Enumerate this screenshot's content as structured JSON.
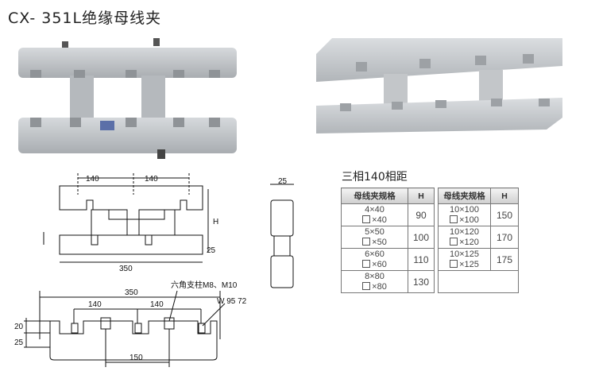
{
  "title": "CX- 351L绝缘母线夹",
  "table_title": "三相140相距",
  "table_headers": {
    "spec": "母线夹规格",
    "h": "H"
  },
  "left_rows": [
    {
      "spec1": "4×40",
      "spec2": "×40",
      "h": "90"
    },
    {
      "spec1": "5×50",
      "spec2": "×50",
      "h": "100"
    },
    {
      "spec1": "6×60",
      "spec2": "×60",
      "h": "110"
    },
    {
      "spec1": "8×80",
      "spec2": "×80",
      "h": "130"
    }
  ],
  "right_rows": [
    {
      "spec1": "10×100",
      "spec2": "×100",
      "h": "150"
    },
    {
      "spec1": "10×120",
      "spec2": "×120",
      "h": "170"
    },
    {
      "spec1": "10×125",
      "spec2": "×125",
      "h": "175"
    }
  ],
  "drawing_top": {
    "dim_left": "140",
    "dim_right": "140",
    "dim_total": "350",
    "dim_h": "H",
    "dim_20": "20",
    "dim_25": "25"
  },
  "drawing_side": {
    "dim_width": "25"
  },
  "drawing_bottom": {
    "dim_total": "350",
    "dim_left": "140",
    "dim_right": "140",
    "dim_bolt": "150",
    "dim_20": "20",
    "dim_25": "25",
    "bolt_note": "六角支柱M8、M10",
    "w_note": "W  95  72"
  }
}
